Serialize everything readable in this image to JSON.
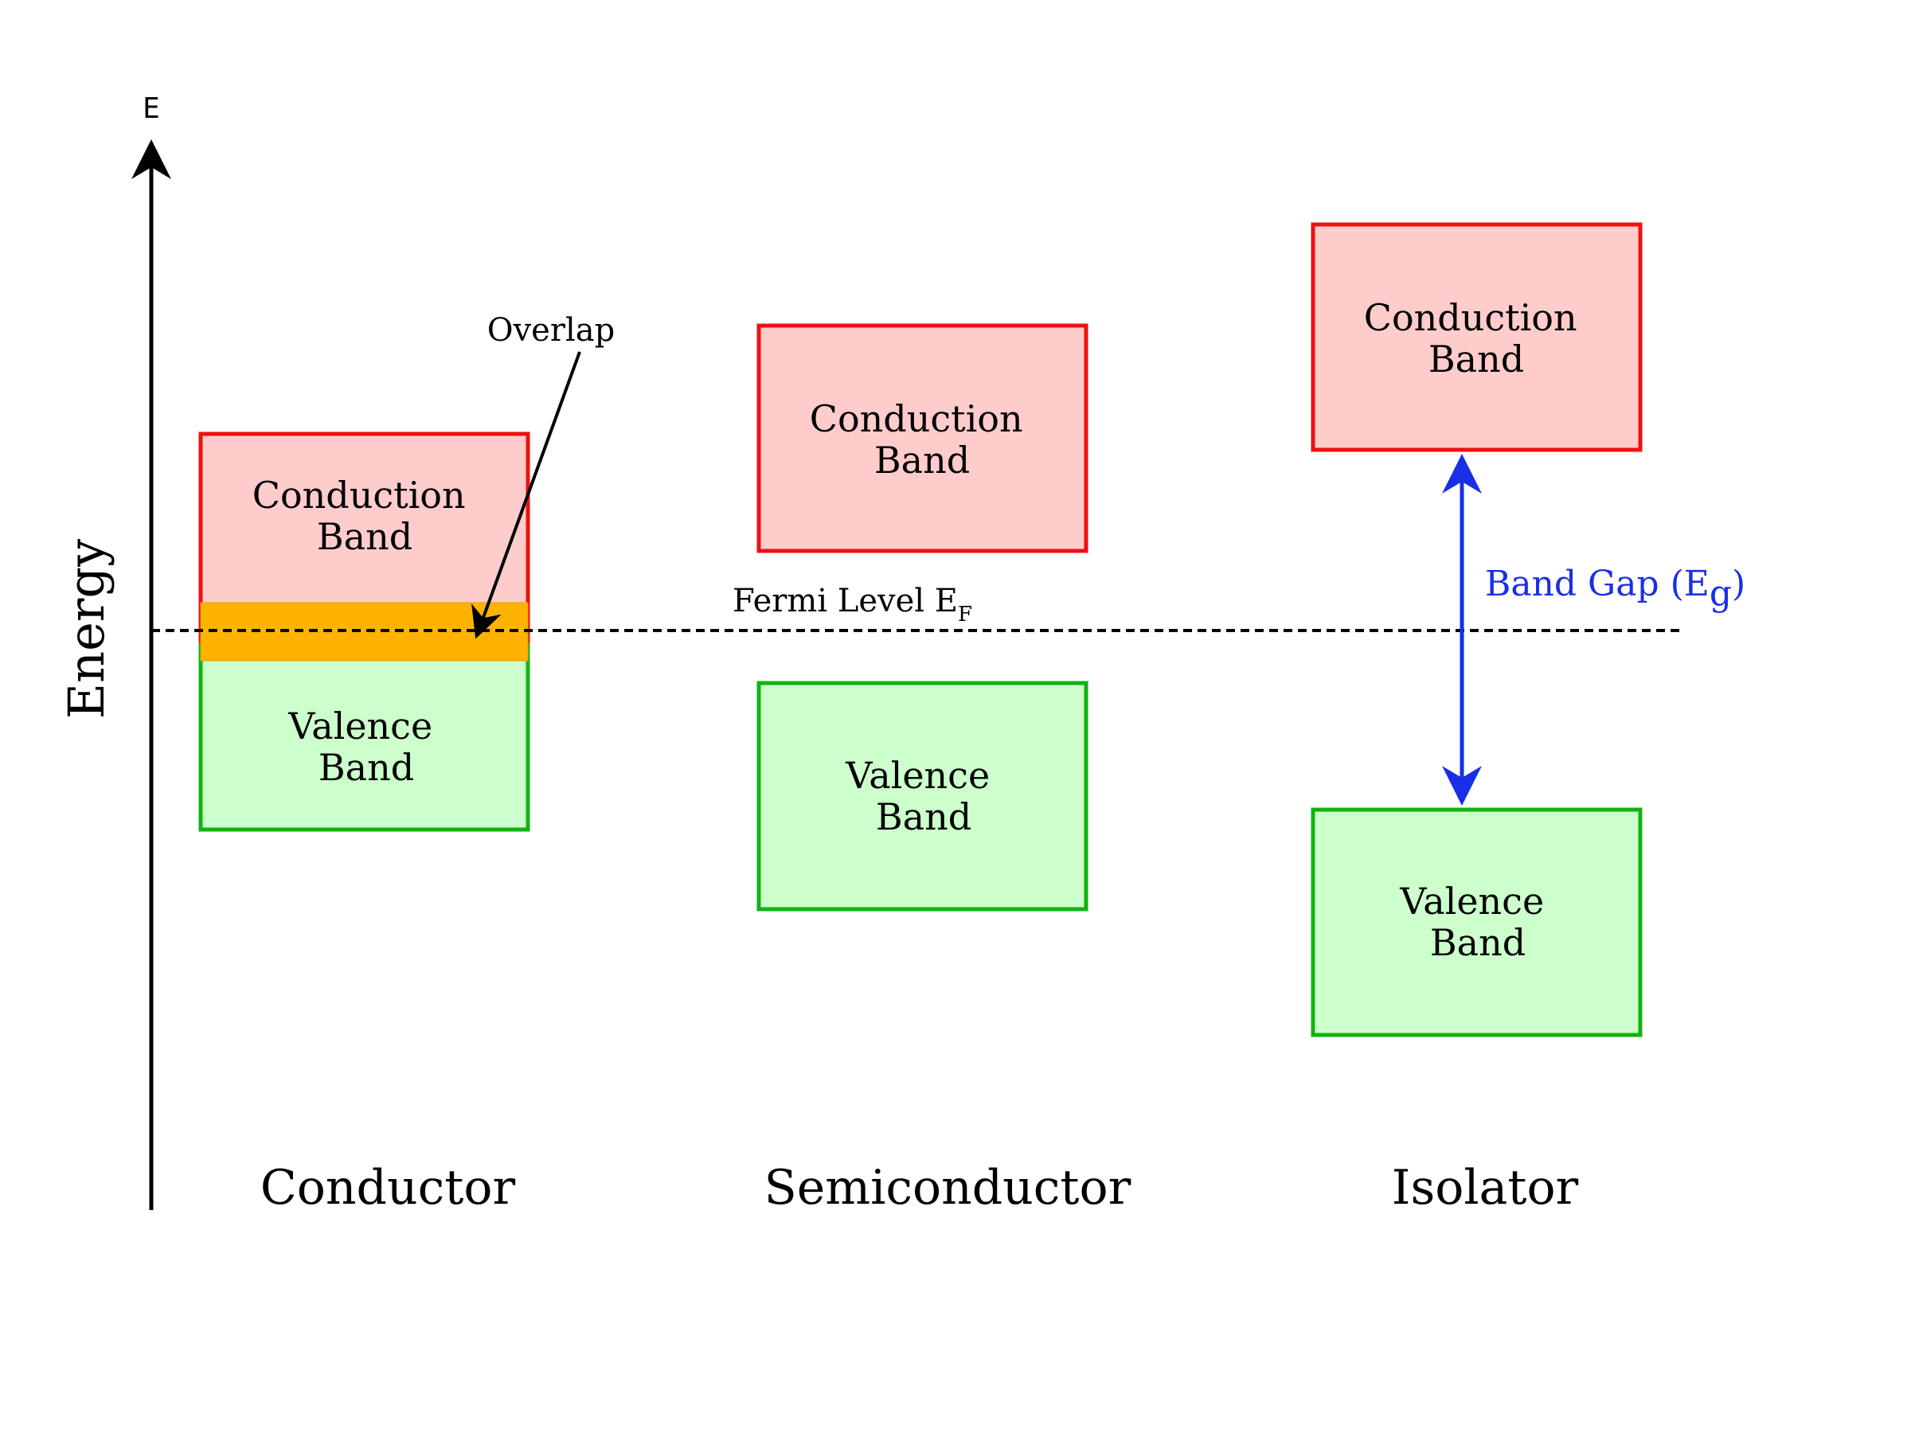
{
  "axis": {
    "label": "Energy",
    "top_label": "E"
  },
  "fermi": {
    "label_main": "Fermi Level E",
    "label_sub": "F"
  },
  "overlap_label": "Overlap",
  "band_gap": {
    "label_main": "Band Gap (E",
    "label_sub": "g",
    "label_close": ")"
  },
  "bands": {
    "conduction_line1": "Conduction",
    "conduction_line2": "Band",
    "valence_line1": "Valence",
    "valence_line2": "Band"
  },
  "materials": [
    "Conductor",
    "Semiconductor",
    "Isolator"
  ],
  "colors": {
    "conduction_fill": "#ffcccc",
    "conduction_stroke": "#ee1111",
    "valence_fill": "#ccffcc",
    "valence_stroke": "#11b311",
    "overlap_fill": "#ffb300",
    "gap_arrow": "#1a2ee6",
    "axis": "#000000"
  }
}
